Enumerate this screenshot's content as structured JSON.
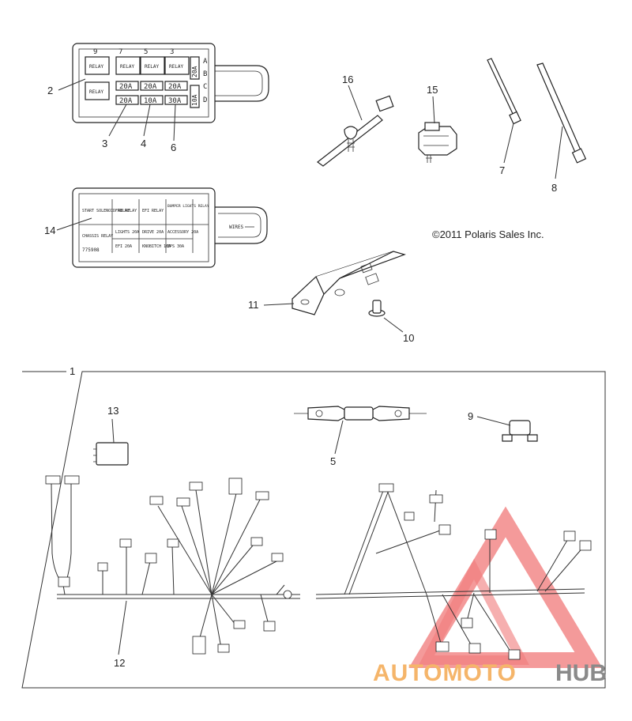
{
  "copyright": "©2011 Polaris Sales Inc.",
  "watermark": {
    "text_left": "AUTOMOTO",
    "text_right": "HUB",
    "color_left": "#f5b56a",
    "color_right": "#8a8a8a",
    "logo_color": "#ef6b6b"
  },
  "callouts": {
    "c1": "1",
    "c2": "2",
    "c3": "3",
    "c4": "4",
    "c5": "5",
    "c6": "6",
    "c7": "7",
    "c8": "8",
    "c9": "9",
    "c10": "10",
    "c11": "11",
    "c12": "12",
    "c13": "13",
    "c14": "14",
    "c15": "15",
    "c16": "16"
  },
  "fuse_box": {
    "column_numbers": [
      "9",
      "7",
      "5",
      "3"
    ],
    "row_letters": [
      "A",
      "B",
      "C",
      "D"
    ],
    "relay_label": "RELAY",
    "fuse_row_1": [
      "20A",
      "20A",
      "20A"
    ],
    "fuse_row_2": [
      "20A",
      "10A",
      "30A"
    ],
    "side_fuses": [
      "20A",
      "10A"
    ]
  },
  "label_card": {
    "cells": [
      "START SOLENOID RELAY",
      "FAN RELAY",
      "EFI RELAY",
      "BUMPER LIGHTS RELAY",
      "CHASSIS RELAY",
      "LIGHTS 20A",
      "DRIVE 20A",
      "ACCESSORY 20A",
      "EFI 20A",
      "KNOBITCH 10A",
      "EPS 30A"
    ],
    "part_number": "775908",
    "wires_text": "WIRES"
  }
}
